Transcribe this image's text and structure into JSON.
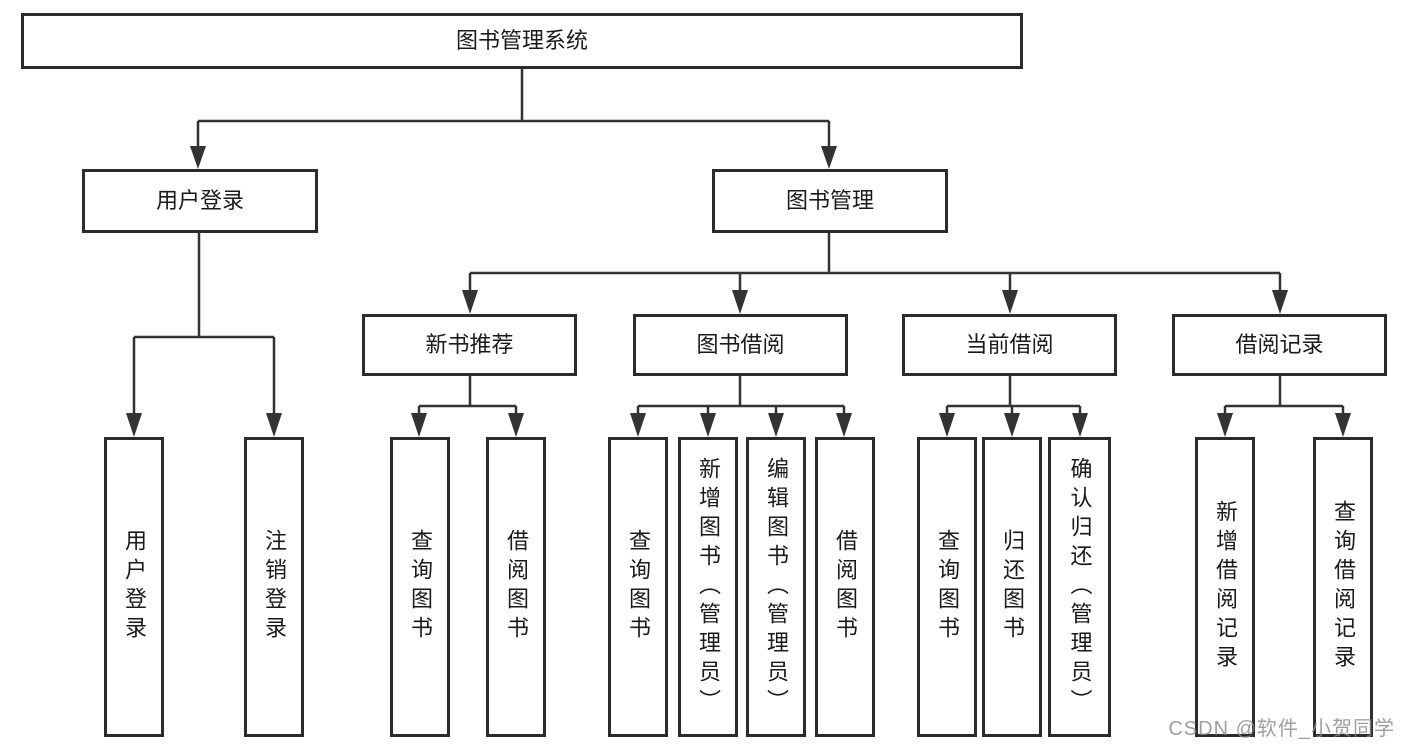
{
  "diagram": {
    "root": "图书管理系统",
    "level2": {
      "user_login": "用户登录",
      "book_management": "图书管理"
    },
    "level3": {
      "new_book_recommend": "新书推荐",
      "book_borrowing": "图书借阅",
      "current_borrowing": "当前借阅",
      "borrowing_records": "借阅记录"
    },
    "leaves": {
      "user_login": "用户登录",
      "logout": "注销登录",
      "query_books_recommend": "查询图书",
      "borrow_books_recommend": "借阅图书",
      "query_books_borrowing": "查询图书",
      "add_books_admin": "新增图书（管理员）",
      "edit_books_admin": "编辑图书（管理员）",
      "borrow_books_borrowing": "借阅图书",
      "query_books_current": "查询图书",
      "return_books": "归还图书",
      "confirm_return_admin": "确认归还（管理员）",
      "add_borrow_record": "新增借阅记录",
      "query_borrow_record": "查询借阅记录"
    }
  },
  "watermark": "CSDN @软件_小贺同学",
  "colors": {
    "line": "#333333",
    "box_border": "#2b2b2b",
    "background": "#ffffff",
    "text": "#1a1a1a",
    "watermark": "#8a8a8a"
  }
}
